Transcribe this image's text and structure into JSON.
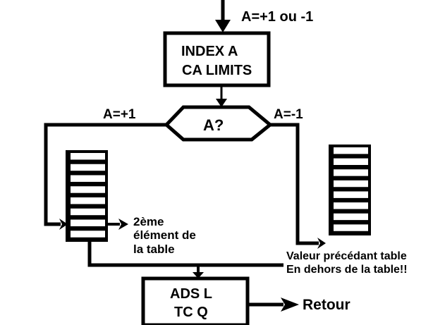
{
  "diagram": {
    "type": "flowchart",
    "input_label": "A=+1 ou -1",
    "index_box": {
      "line1": "INDEX A",
      "line2": "CA LIMITS"
    },
    "decision": {
      "label": "A?",
      "left_branch": "A=+1",
      "right_branch": "A=-1"
    },
    "left_table": {
      "rows": 8,
      "note_line1": "2ème",
      "note_line2": "élément de",
      "note_line3": "la table"
    },
    "right_table": {
      "rows": 8,
      "note_line1": "Valeur précédant table",
      "note_line2": "En dehors de la table!!"
    },
    "end_box": {
      "line1": "ADS L",
      "line2": "TC Q"
    },
    "return_label": "Retour",
    "colors": {
      "line": "#000000",
      "background": "#ffffff"
    }
  }
}
